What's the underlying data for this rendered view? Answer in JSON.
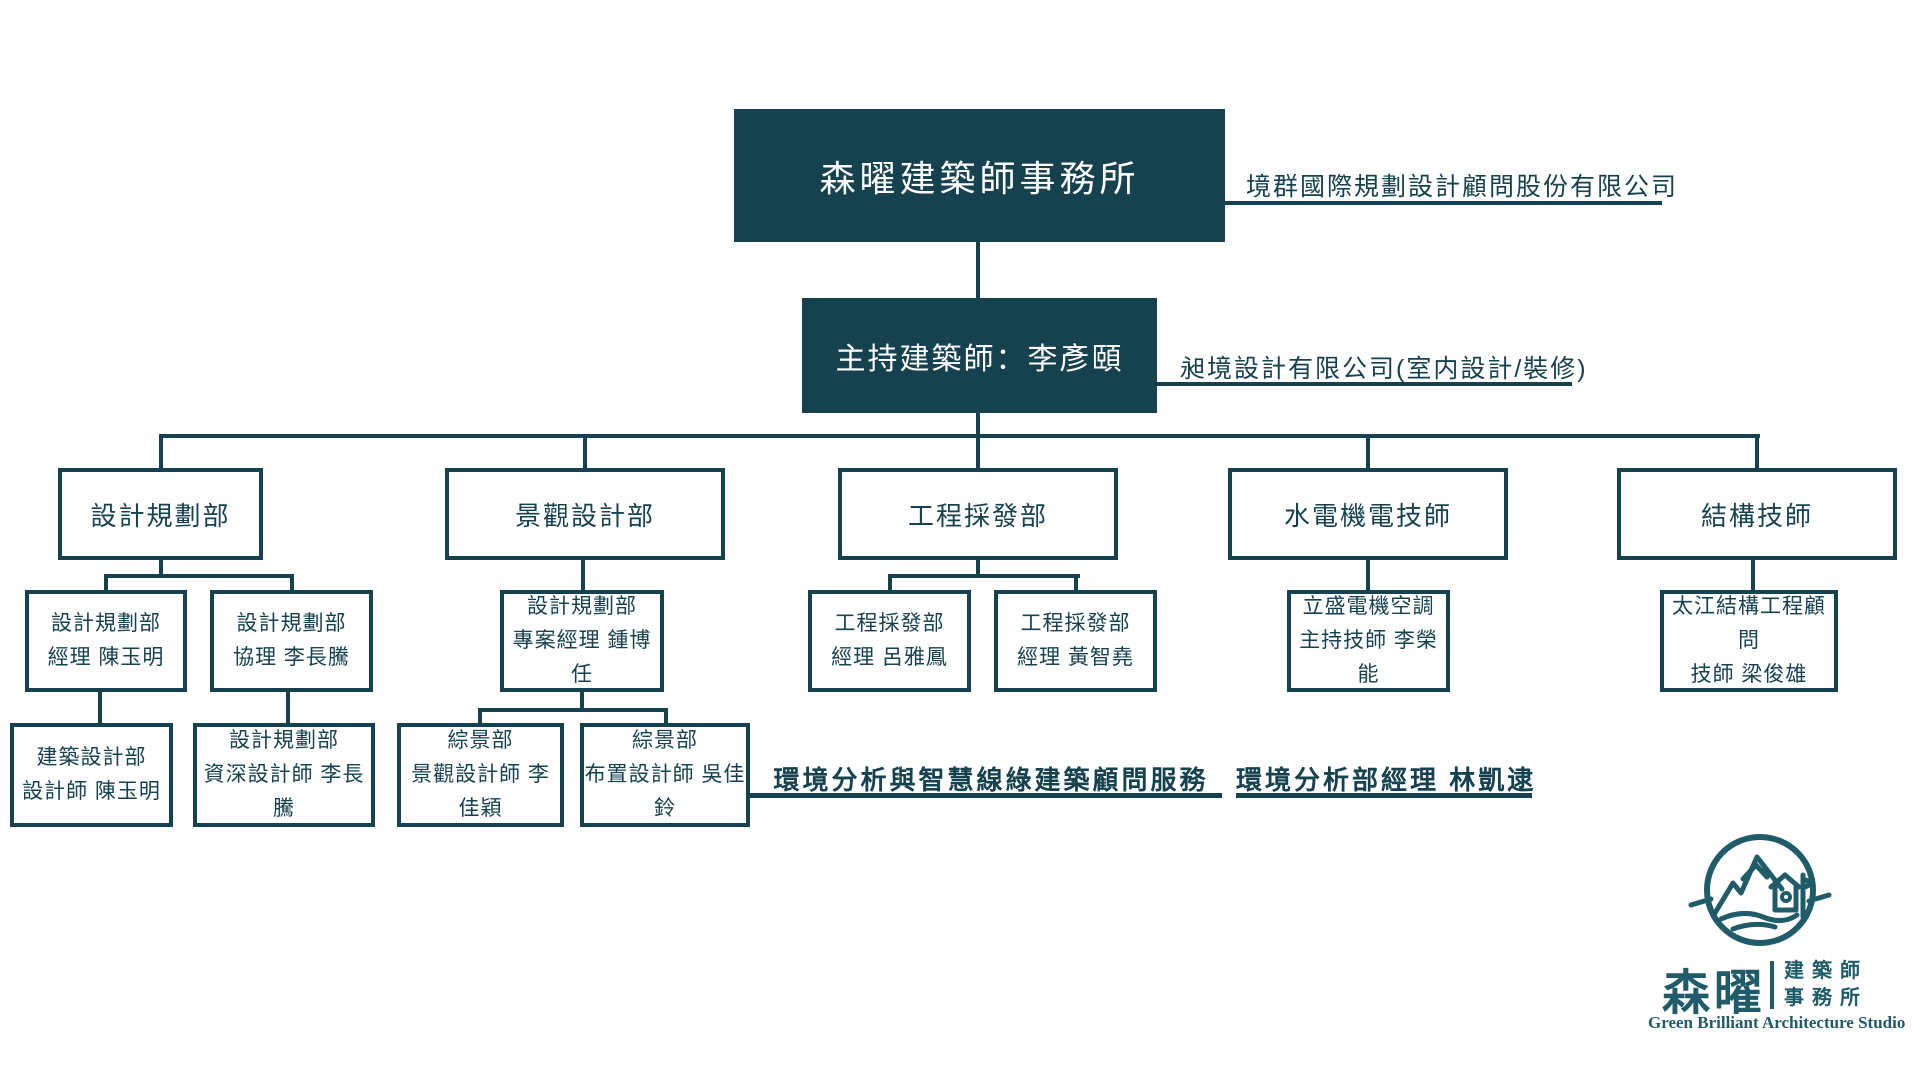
{
  "palette": {
    "teal": "#16414f",
    "logo_teal": "#1f5b68",
    "background": "#ffffff"
  },
  "root": {
    "label": "森曜建築師事務所",
    "note": "境群國際規劃設計顧問股份有限公司"
  },
  "principal": {
    "label": "主持建築師：李彥頤",
    "note": "昶境設計有限公司(室内設計/裝修)"
  },
  "departments": {
    "planning": "設計規劃部",
    "landscape": "景觀設計部",
    "procurement": "工程採發部",
    "mep": "水電機電技師",
    "structure": "結構技師"
  },
  "staff": {
    "planning_manager": [
      "設計規劃部",
      "經理 陳玉明"
    ],
    "planning_deputy": [
      "設計規劃部",
      "協理 李長騰"
    ],
    "arch_designer": [
      "建築設計部",
      "設計師 陳玉明"
    ],
    "planning_senior_designer": [
      "設計規劃部",
      "資深設計師 李長騰"
    ],
    "landscape_pm": [
      "設計規劃部",
      "專案經理 鍾博任"
    ],
    "landscape_designer": [
      "綜景部",
      "景觀設計師 李佳穎"
    ],
    "layout_designer": [
      "綜景部",
      "布置設計師 吳佳鈴"
    ],
    "procurement_manager_1": [
      "工程採發部",
      "經理 呂雅鳳"
    ],
    "procurement_manager_2": [
      "工程採發部",
      "經理 黃智堯"
    ],
    "mep_engineer": [
      "立盛電機空調",
      "主持技師 李榮能"
    ],
    "structure_engineer": [
      "太江結構工程顧問",
      "技師 梁俊雄"
    ]
  },
  "footnotes": {
    "service": "環境分析與智慧線綠建築顧問服務",
    "env_manager": "環境分析部經理 林凱逮"
  },
  "logo": {
    "name_zh": "森曜",
    "title_line1": "建築師",
    "title_line2": "事務所",
    "name_en": "Green Brilliant Architecture Studio"
  }
}
